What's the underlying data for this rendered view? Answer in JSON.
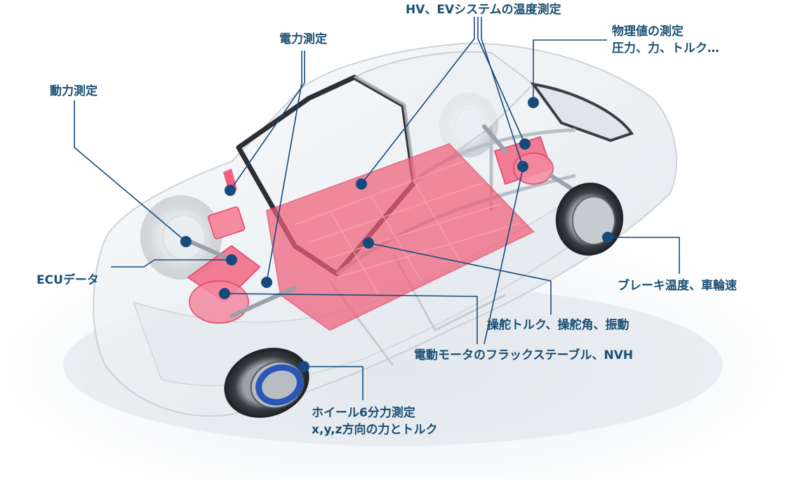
{
  "labels": {
    "hv_ev": "HV、EVシステムの温度測定",
    "power": "電力測定",
    "physical_1": "物理値の測定",
    "physical_2": "圧力、力、トルク…",
    "drive": "動力測定",
    "ecu": "ECUデータ",
    "brake": "ブレーキ温度、車輪速",
    "steering": "操舵トルク、操舵角、振動",
    "motor": "電動モータのフラックステーブル、NVH",
    "wheel_1": "ホイール6分力測定",
    "wheel_2": "x,y,z方向の力とトルク"
  },
  "colors": {
    "callout": "#174a7c",
    "label_text": "#1a4f73",
    "battery": "#f0607a",
    "wheel_sensor": "#2a56b8"
  },
  "icons": [
    "car-illustration",
    "battery-pack",
    "motor-unit",
    "wheel-force-sensor"
  ]
}
